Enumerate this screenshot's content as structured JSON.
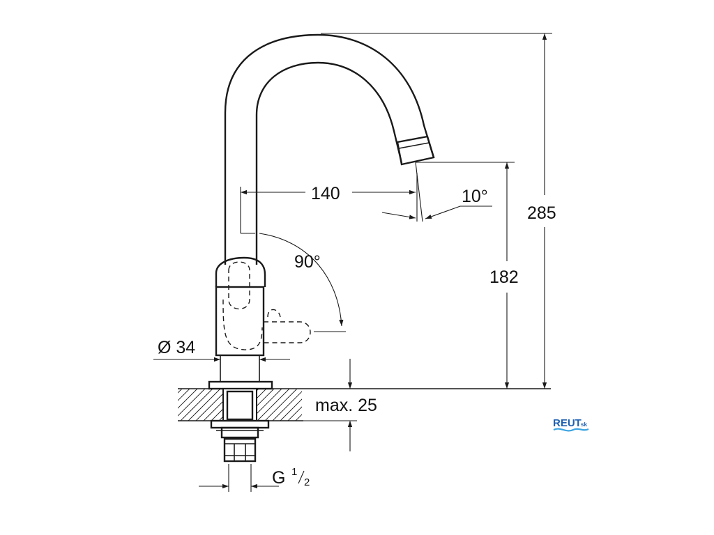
{
  "dimensions": {
    "total_height": "285",
    "spout_height": "182",
    "spout_reach": "140",
    "spout_angle": "10°",
    "lever_rotation": "90°",
    "body_diameter": "Ø 34",
    "max_thickness": "max. 25",
    "thread": {
      "base": "G",
      "num": "1",
      "den": "2"
    }
  },
  "logo": {
    "name": "REUT",
    "suffix": "sk"
  },
  "colors": {
    "line": "#1a1a1a",
    "logo": "#1d5fb0",
    "wave": "#3aa3e0"
  }
}
